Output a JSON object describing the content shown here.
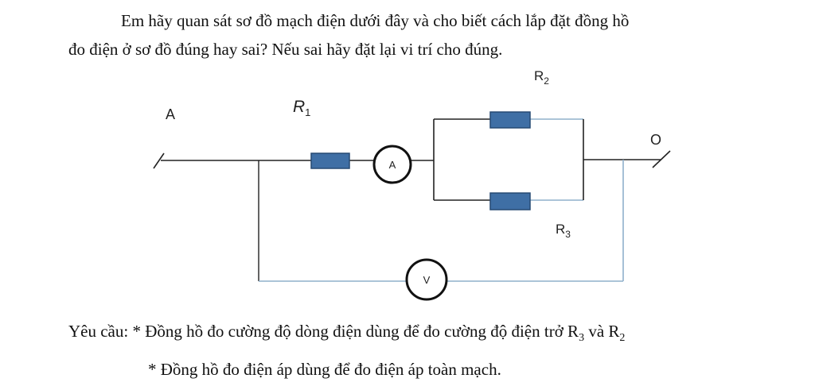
{
  "question": {
    "line1": "Em hãy quan sát sơ đồ mạch điện dưới đây và cho biết cách lắp đặt đồng hồ",
    "line2": "đo điện ở sơ đồ đúng hay sai? Nếu sai hãy đặt lại vi trí cho đúng."
  },
  "diagram": {
    "labels": {
      "point_a": "A",
      "point_o": "O",
      "r1_main": "R",
      "r1_sub": "1",
      "r2_main": "R",
      "r2_sub": "2",
      "r3_main": "R",
      "r3_sub": "3",
      "ammeter": "A",
      "voltmeter": "V"
    },
    "colors": {
      "resistor_fill": "#3f6fa5",
      "resistor_border": "#274a73",
      "wire_dark": "#222222",
      "wire_light": "#8fb0cc"
    }
  },
  "requirements": {
    "line1_prefix": "Yêu cầu: * Đồng hồ đo cường độ dòng điện dùng để đo cường độ điện trở R",
    "line1_sub1": "3",
    "line1_mid": " và R",
    "line1_sub2": "2",
    "line2": "* Đồng hồ đo điện áp dùng để đo điện áp toàn mạch."
  }
}
